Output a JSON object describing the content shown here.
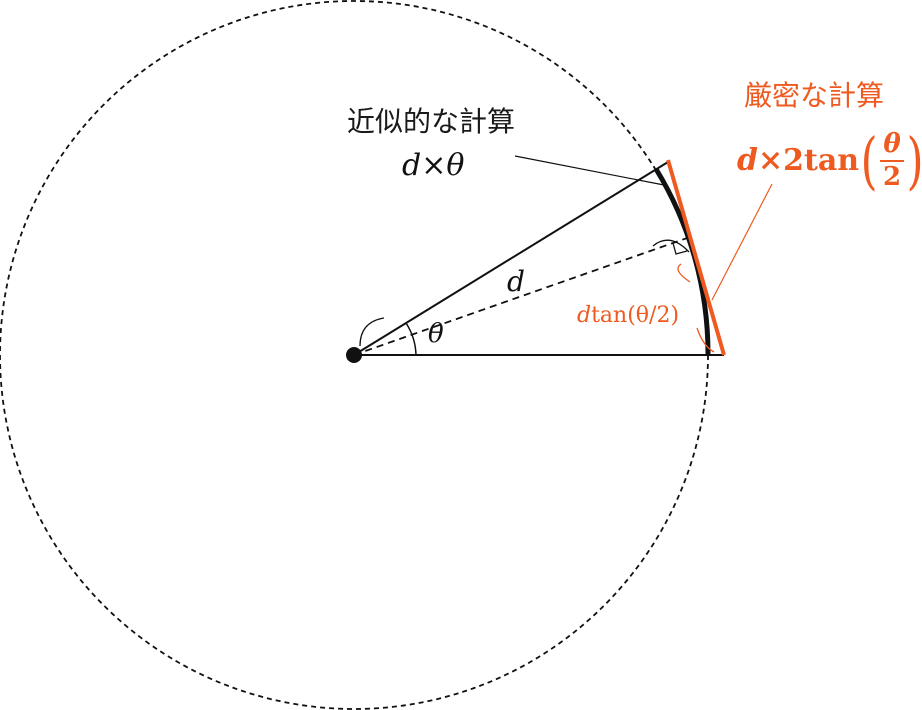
{
  "approx": {
    "title": "近似的な計算",
    "formula": "d×θ"
  },
  "exact": {
    "title": "厳密な計算",
    "formula_prefix_var": "d",
    "formula_prefix_rest": "×2tan",
    "paren_open": "(",
    "frac_num": "θ",
    "frac_den": "2",
    "paren_close": ")"
  },
  "labels": {
    "radius": "d",
    "angle": "θ",
    "half_tangent_var": "d",
    "half_tangent_rest": "tan(θ/2)"
  },
  "colors": {
    "accent": "#ee5a1f",
    "ink": "#111111"
  }
}
